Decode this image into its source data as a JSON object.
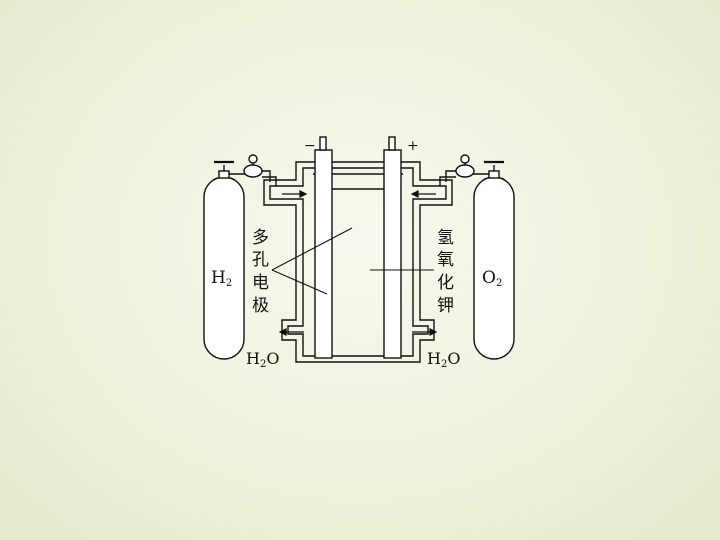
{
  "diagram": {
    "terminal_negative": "−",
    "terminal_positive": "+",
    "left_gas": {
      "main": "H",
      "sub": "2"
    },
    "right_gas": {
      "main": "O",
      "sub": "2"
    },
    "left_water": {
      "a": "H",
      "sub": "2",
      "b": "O"
    },
    "right_water": {
      "a": "H",
      "sub": "2",
      "b": "O"
    },
    "electrode_label": [
      "多",
      "孔",
      "电",
      "极"
    ],
    "electrolyte_label": [
      "氢",
      "氧",
      "化",
      "钾"
    ]
  }
}
